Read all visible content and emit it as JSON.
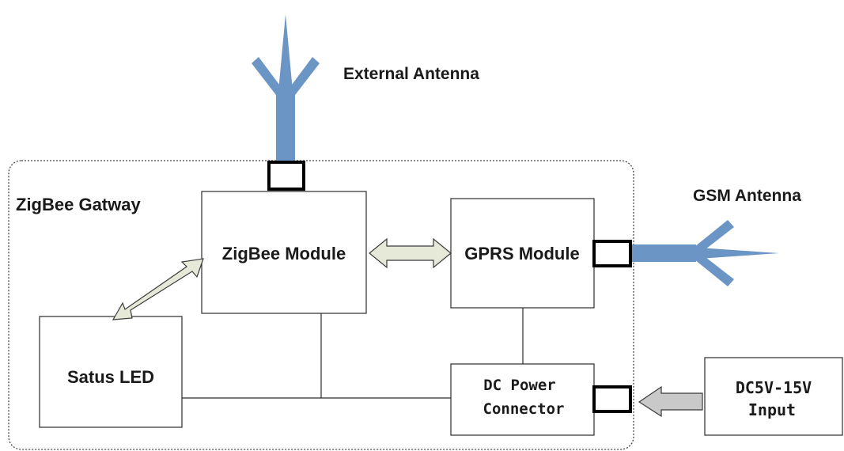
{
  "gateway": {
    "title": "ZigBee Gatway",
    "title_color": "#4a56c8"
  },
  "blocks": {
    "zigbee_module": "ZigBee Module",
    "gprs_module": "GPRS Module",
    "status_led": "Satus LED",
    "dc_power_line1": "DC Power",
    "dc_power_line2": "Connector",
    "dc_input_line1": "DC5V-15V",
    "dc_input_line2": "Input"
  },
  "antennas": {
    "external": "External Antenna",
    "gsm": "GSM Antenna",
    "color": "#6b95c4"
  },
  "colors": {
    "double_arrow_fill": "#e6e8d8",
    "input_arrow_fill": "#c9c9c9",
    "connector_stroke": "#000000"
  }
}
